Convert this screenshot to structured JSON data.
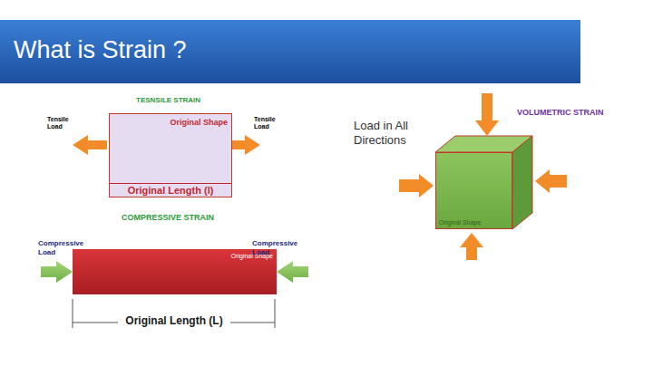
{
  "diagram": {
    "title": "What is Strain ?",
    "nodes": [
      {
        "text": [
          "Original Shape",
          "Original Length (l)"
        ]
      },
      {
        "text": [
          "Original Shape"
        ]
      },
      {
        "text": [
          "Original Shape"
        ]
      }
    ],
    "labels": [
      "TESNSILE STRAIN",
      "Tensile Load",
      "Tensile Load",
      "COMPRESSIVE STRAIN",
      "Compressive Load",
      "Compressive Load",
      "Original Length (L)",
      "VOLUMETRIC STRAIN",
      "Load in All Directions"
    ]
  }
}
